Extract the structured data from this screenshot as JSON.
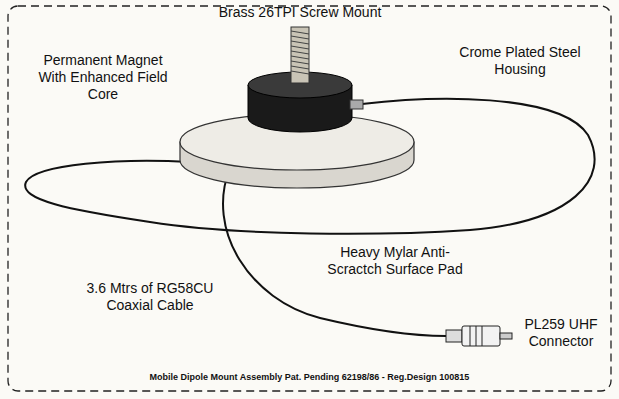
{
  "diagram": {
    "labels": [
      "Brass 26TPI Screw Mount",
      "Permanent Magnet With Enhanced Field Core",
      "Crome Plated Steel Housing",
      "Heavy Mylar Anti-Scractch Surface Pad",
      "3.6 Mtrs of RG58CU Coaxial Cable",
      "PL259 UHF Connector",
      "Mobile Dipole Mount Assembly Pat. Pending 62198/86 - Reg.Design 100815"
    ]
  }
}
